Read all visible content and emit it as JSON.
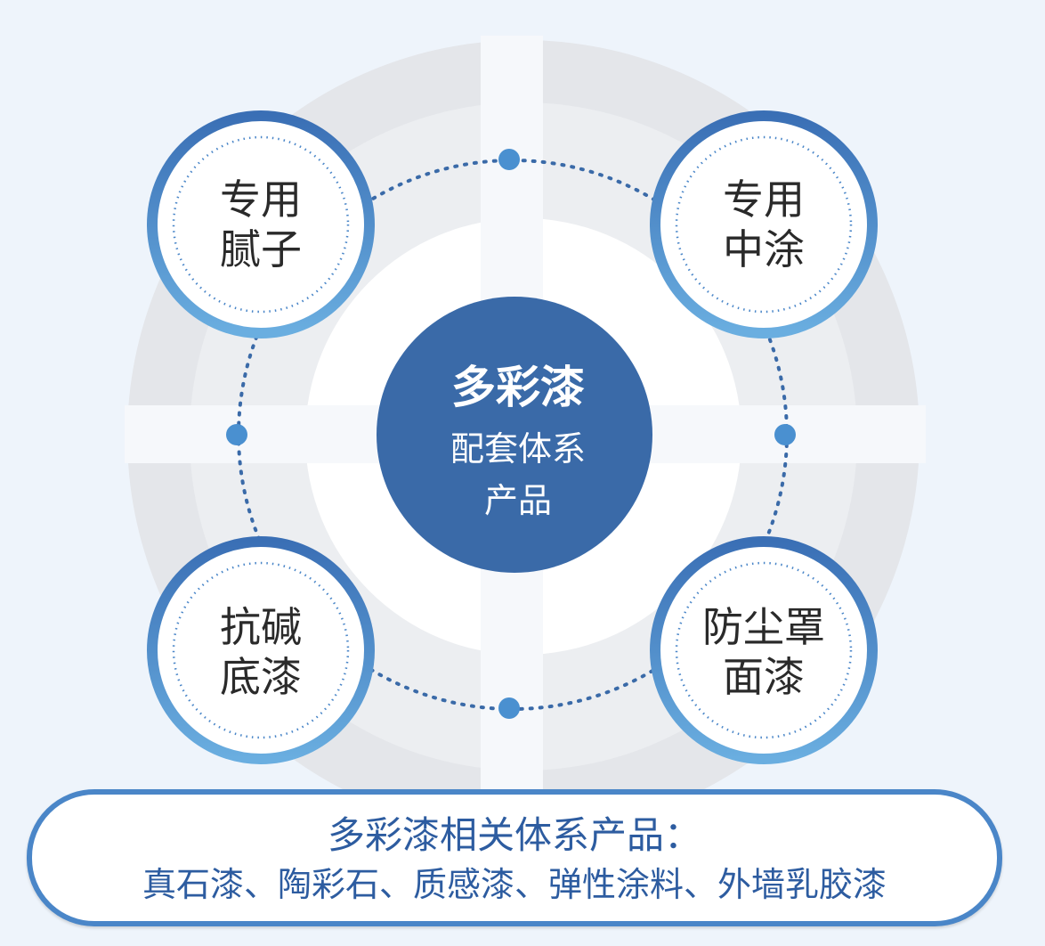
{
  "center": {
    "title": "多彩漆",
    "subtitle_line1": "配套体系",
    "subtitle_line2": "产品"
  },
  "nodes": [
    {
      "line1": "专用",
      "line2": "腻子"
    },
    {
      "line1": "专用",
      "line2": "中涂"
    },
    {
      "line1": "抗碱",
      "line2": "底漆"
    },
    {
      "line1": "防尘罩",
      "line2": "面漆"
    }
  ],
  "bottom": {
    "title": "多彩漆相关体系产品：",
    "list": "真石漆、陶彩石、质感漆、弹性涂料、外墙乳胶漆"
  },
  "colors": {
    "primary": "#3a6aa8",
    "ring": "#4a86c8",
    "background": "#eef4fb"
  }
}
